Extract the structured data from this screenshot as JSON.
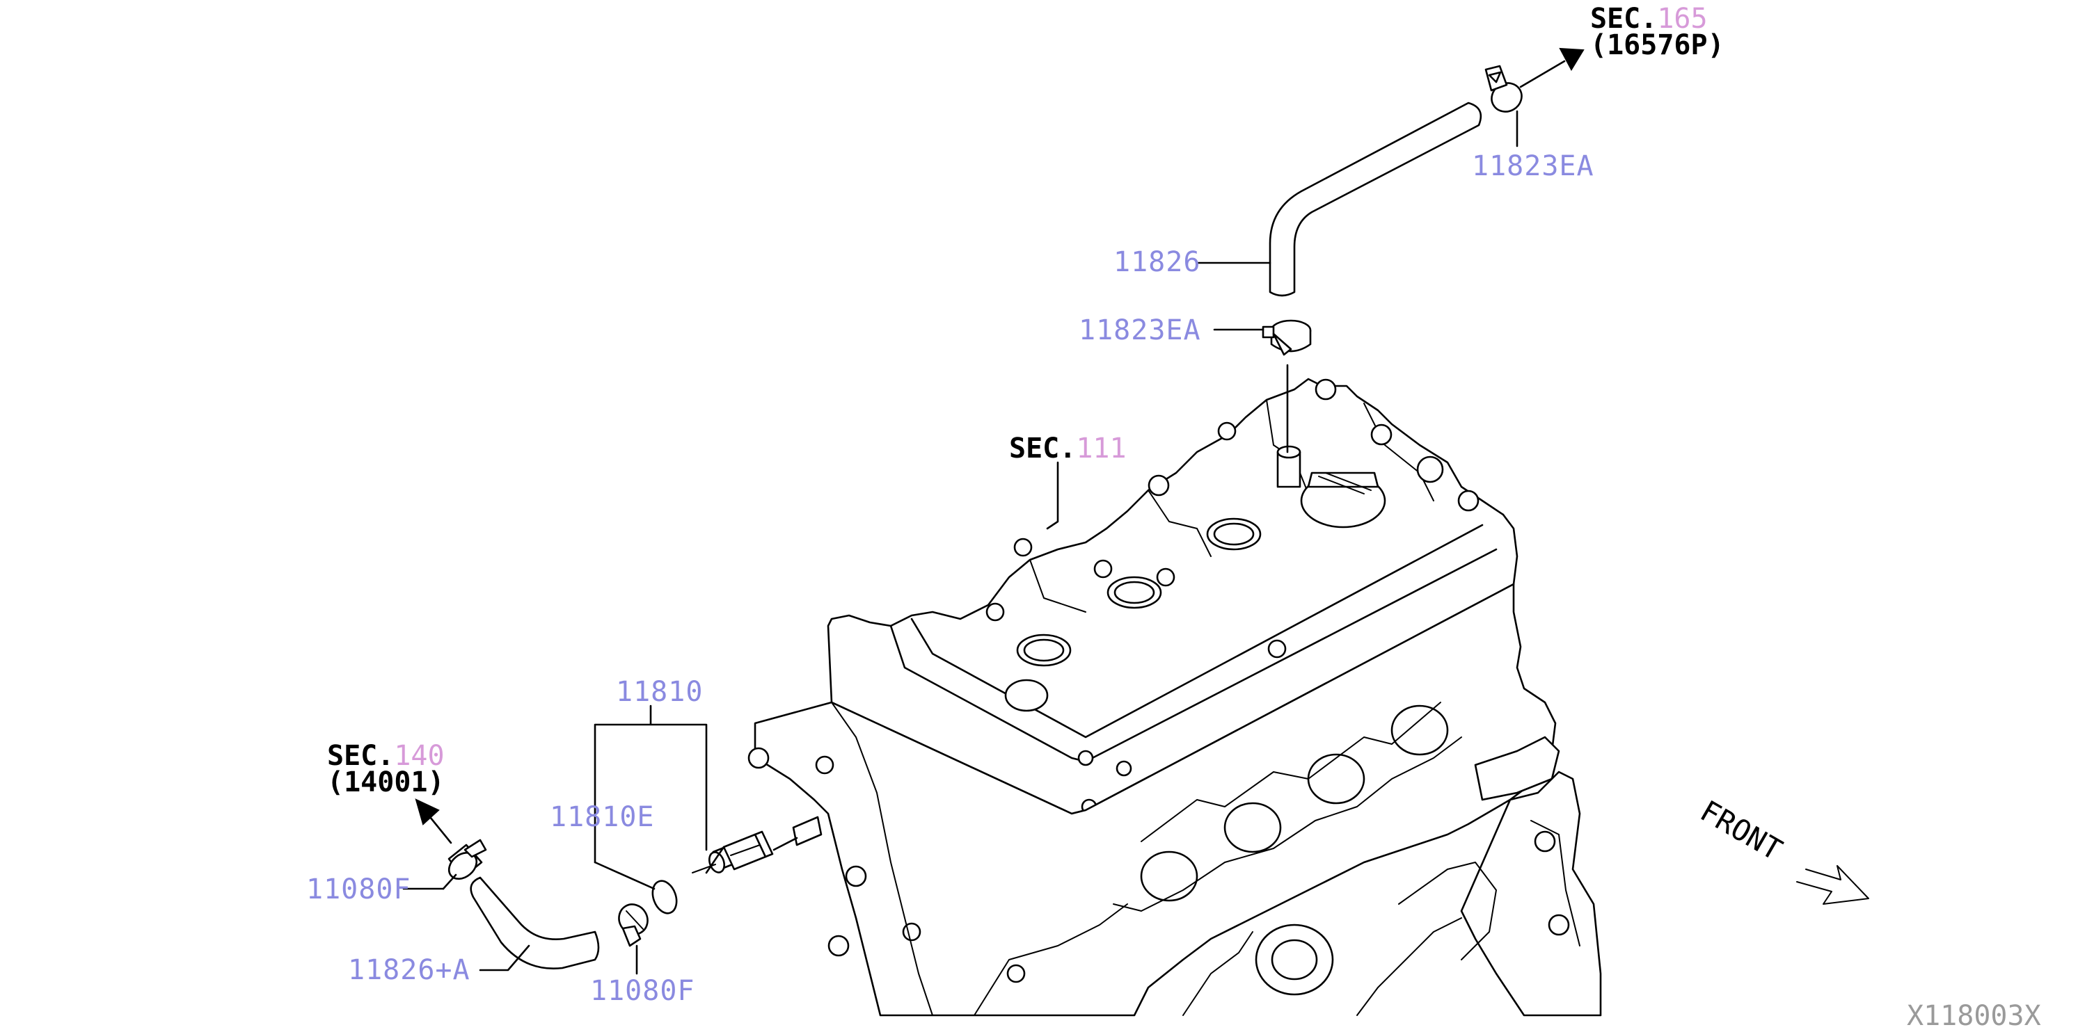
{
  "colors": {
    "part_number": "#8a8ae0",
    "section_number": "#d79ad9",
    "line": "#000000",
    "reference": "#9a9a9a"
  },
  "sections": {
    "top": {
      "prefix": "SEC.",
      "number": "165",
      "code": "(16576P)"
    },
    "mid": {
      "prefix": "SEC.",
      "number": "111"
    },
    "left": {
      "prefix": "SEC.",
      "number": "140",
      "code": "(14001)"
    }
  },
  "parts": {
    "clamp_top": "11823EA",
    "hose_top": "11826",
    "clamp_mid": "11823EA",
    "valve_assy": "11810",
    "grommet": "11810E",
    "clamp_left": "11080F",
    "clamp_bottom": "11080F",
    "hose_left": "11826+A"
  },
  "front_label": "FRONT",
  "figure_ref": "X118003X"
}
